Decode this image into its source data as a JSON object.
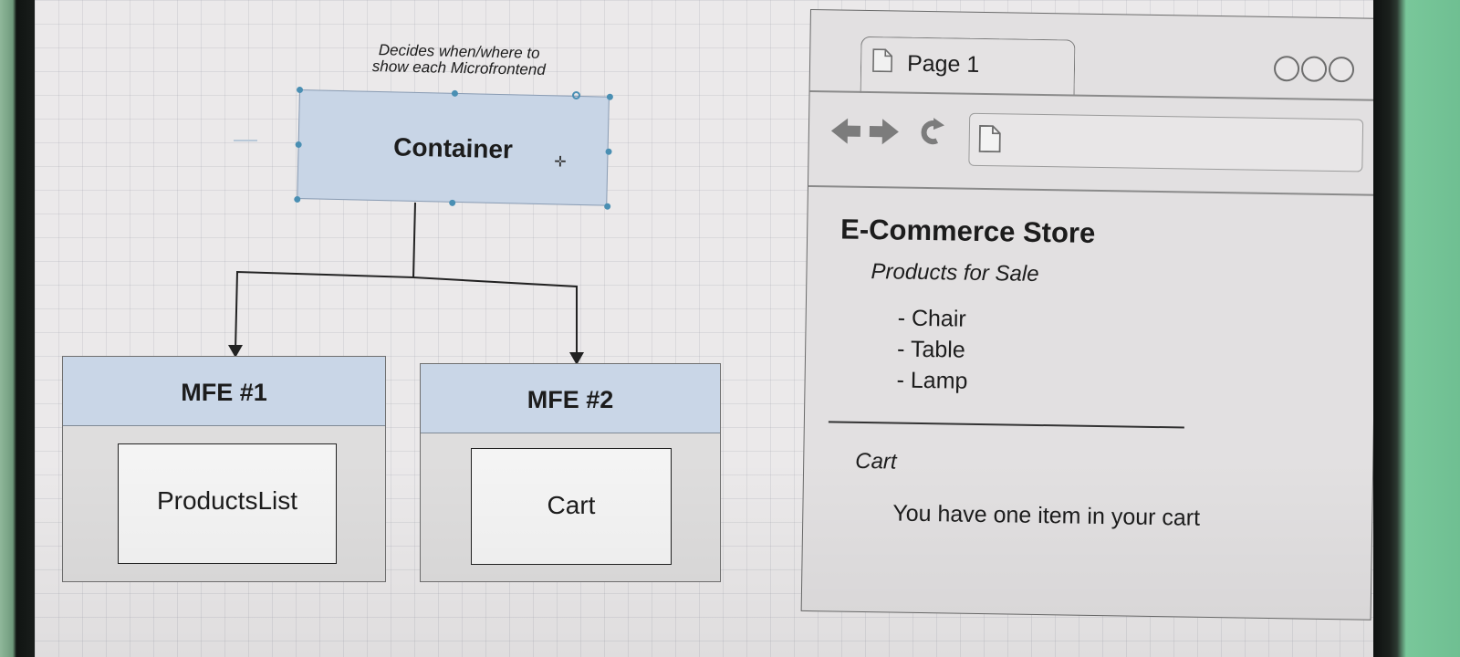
{
  "diagram": {
    "note_lines": [
      "Decides when/where to",
      "show each Microfrontend"
    ],
    "container": {
      "label": "Container"
    },
    "mfes": [
      {
        "title": "MFE #1",
        "component": "ProductsList"
      },
      {
        "title": "MFE #2",
        "component": "Cart"
      }
    ]
  },
  "browser": {
    "tab_label": "Page 1",
    "page_title": "E-Commerce Store",
    "products_heading": "Products for Sale",
    "products": [
      "- Chair",
      "- Table",
      "- Lamp"
    ],
    "cart_heading": "Cart",
    "cart_message": "You have one item in your cart"
  },
  "colors": {
    "box_fill": "#c8d5e6",
    "handle": "#4a8fb3",
    "canvas": "#ebe9ea"
  }
}
